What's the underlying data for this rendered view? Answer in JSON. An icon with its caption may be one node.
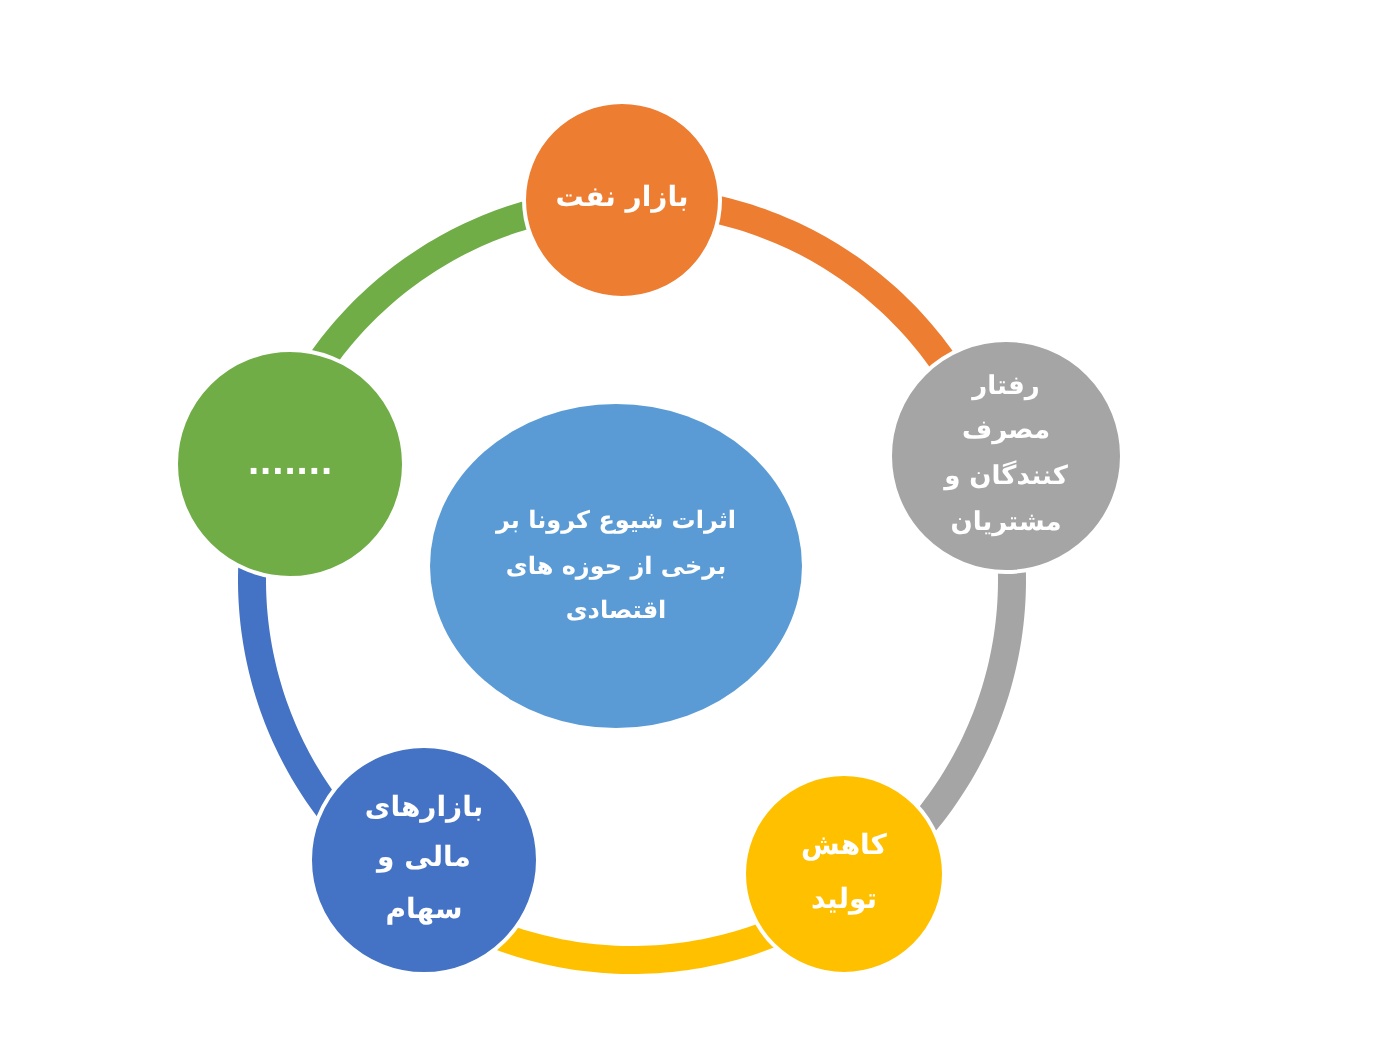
{
  "diagram": {
    "nodes": [
      {
        "text": [
          "بازار نفت"
        ]
      },
      {
        "text": [
          "رفتار مصرف کنندگان و مشتریان"
        ]
      },
      {
        "text": [
          "کاهش تولید"
        ]
      },
      {
        "text": [
          "بازارهای مالی و سهام"
        ]
      },
      {
        "text": [
          "......."
        ]
      },
      {
        "text": [
          "اثرات شیوع کرونا بر برخی از حوزه های اقتصادی"
        ]
      }
    ],
    "edges": [
      {
        "from": 0,
        "to": 1,
        "arrow": "none",
        "color": "#ed7d31"
      },
      {
        "from": 1,
        "to": 2,
        "arrow": "none",
        "color": "#a5a5a5"
      },
      {
        "from": 2,
        "to": 3,
        "arrow": "none",
        "color": "#ffc000"
      },
      {
        "from": 3,
        "to": 4,
        "arrow": "none",
        "color": "#4472c4"
      },
      {
        "from": 4,
        "to": 0,
        "arrow": "none",
        "color": "#70ad47"
      }
    ]
  }
}
